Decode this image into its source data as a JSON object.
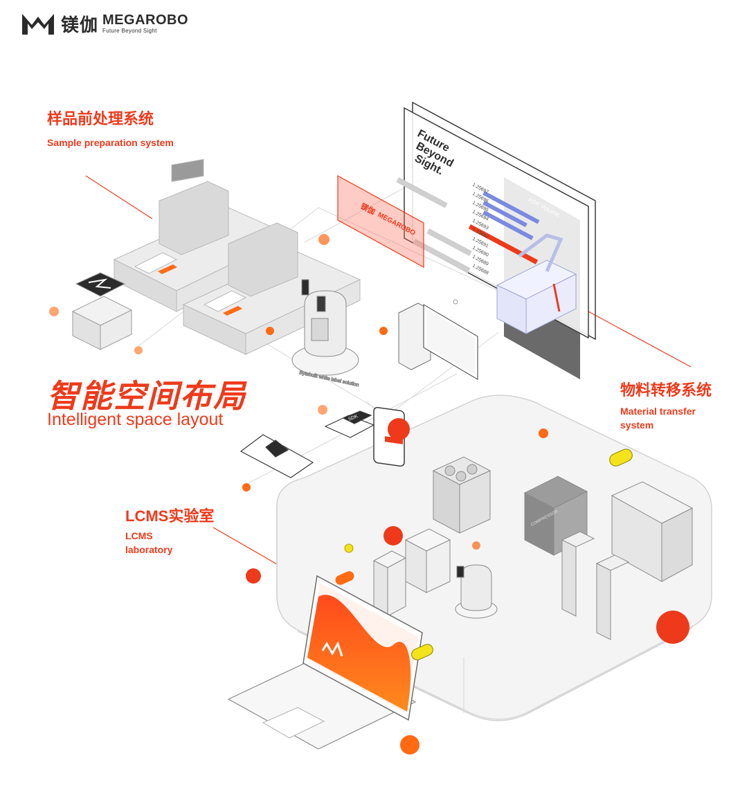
{
  "brand": {
    "name_zh": "镁伽",
    "name_en": "MEGAROBO",
    "tagline": "Future Beyond Sight"
  },
  "labels": {
    "sample_prep": {
      "zh": "样品前处理系统",
      "en": "Sample preparation system"
    },
    "material_transfer": {
      "zh": "物料转移系统",
      "en": "Material transfer system"
    },
    "lcms_lab": {
      "zh": "LCMS实验室",
      "en": "LCMS laboratory"
    }
  },
  "headline": {
    "zh": "智能空间布局",
    "en": "Intelligent space layout"
  },
  "screen": {
    "title_line1": "Future",
    "title_line2": "Beyond",
    "title_line3": "Sight.",
    "chart_label": "ASK Volume",
    "values": [
      "1.25697",
      "1.25696",
      "1.25695",
      "1.25694",
      "1.25693",
      "1.25692",
      "1.25691",
      "1.25690",
      "1.25689",
      "1.25688"
    ]
  },
  "card": {
    "brand_zh": "镁伽",
    "brand_en": "MEGAROBO"
  },
  "base_ring_text": "Bytebuilt white label solution",
  "sdk_label": "SDK",
  "cabinet_label": "COMPRESSOR",
  "colors": {
    "accent": "#ee3a1b",
    "orange": "#ff6a13",
    "grey_line": "#7a7a7a",
    "yellow": "#f4e21a"
  },
  "icons": [
    "megarobo-logo-icon",
    "cube-icon",
    "robot-icon",
    "laptop-icon",
    "tablet-icon",
    "phone-icon",
    "monitor-icon"
  ]
}
